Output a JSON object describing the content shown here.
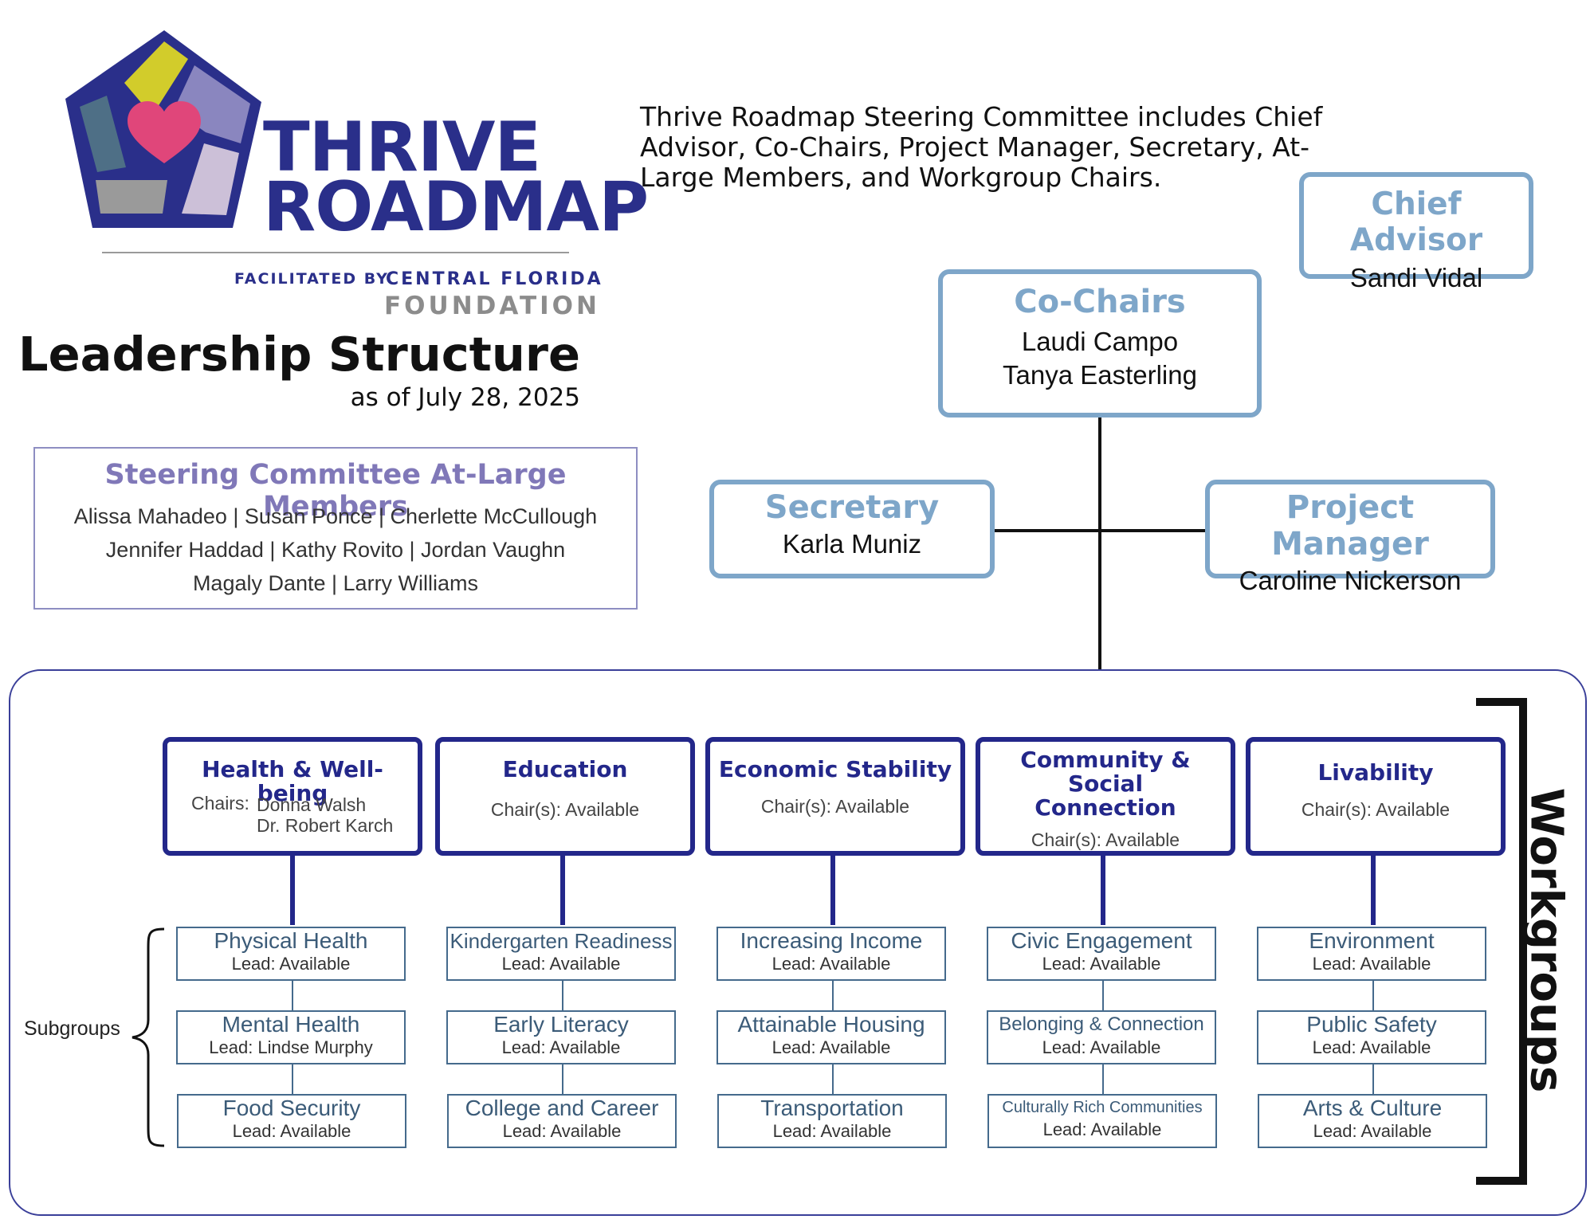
{
  "logo": {
    "name_line1": "THRIVE",
    "name_line2": "ROADMAP",
    "facilitated_by": "FACILITATED BY",
    "org_line1": "CENTRAL FLORIDA",
    "org_line2": "FOUNDATION",
    "colors": {
      "navy": "#2a2f8a",
      "yellow": "#d2cc2b",
      "periwinkle": "#8a86bf",
      "teal": "#4e6f86",
      "heart": "#e0467a",
      "gray": "#9a9a9a",
      "lilac": "#ccc0d8"
    }
  },
  "header": {
    "title": "Leadership Structure",
    "date": "as of July 28, 2025"
  },
  "intro_text": "Thrive Roadmap Steering Committee includes Chief Advisor, Co-Chairs, Project Manager, Secretary, At-Large Members, and Workgroup Chairs.",
  "at_large": {
    "title": "Steering Committee At-Large Members",
    "lines": [
      "Alissa Mahadeo | Susan Ponce | Cherlette McCullough",
      "Jennifer Haddad | Kathy Rovito | Jordan Vaughn",
      "Magaly Dante | Larry Williams"
    ]
  },
  "leadership": {
    "chief_advisor": {
      "title": "Chief Advisor",
      "name": "Sandi Vidal"
    },
    "co_chairs": {
      "title": "Co-Chairs",
      "names": [
        "Laudi Campo",
        "Tanya Easterling"
      ]
    },
    "secretary": {
      "title": "Secretary",
      "name": "Karla Muniz"
    },
    "project_manager": {
      "title": "Project Manager",
      "name": "Caroline Nickerson"
    }
  },
  "workgroups_label": "Workgroups",
  "subgroups_label": "Subgroups",
  "workgroups": [
    {
      "title": "Health & Well-being",
      "chairs_label": "Chairs:",
      "chair_names": [
        "Donna Walsh",
        "Dr. Robert Karch"
      ],
      "subgroups": [
        {
          "name": "Physical Health",
          "lead": "Lead: Available"
        },
        {
          "name": "Mental Health",
          "lead": "Lead: Lindse Murphy"
        },
        {
          "name": "Food Security",
          "lead": "Lead: Available"
        }
      ]
    },
    {
      "title": "Education",
      "chairs": "Chair(s): Available",
      "subgroups": [
        {
          "name": "Kindergarten Readiness",
          "lead": "Lead: Available"
        },
        {
          "name": "Early Literacy",
          "lead": "Lead: Available"
        },
        {
          "name": "College and Career",
          "lead": "Lead: Available"
        }
      ]
    },
    {
      "title": "Economic Stability",
      "chairs": "Chair(s): Available",
      "subgroups": [
        {
          "name": "Increasing Income",
          "lead": "Lead: Available"
        },
        {
          "name": "Attainable Housing",
          "lead": "Lead: Available"
        },
        {
          "name": "Transportation",
          "lead": "Lead: Available"
        }
      ]
    },
    {
      "title_line1": "Community & Social",
      "title_line2": "Connection",
      "chairs": "Chair(s): Available",
      "subgroups": [
        {
          "name": "Civic Engagement",
          "lead": "Lead: Available"
        },
        {
          "name": "Belonging & Connection",
          "lead": "Lead: Available"
        },
        {
          "name": "Culturally Rich Communities",
          "lead": "Lead: Available"
        }
      ]
    },
    {
      "title": "Livability",
      "chairs": "Chair(s): Available",
      "subgroups": [
        {
          "name": "Environment",
          "lead": "Lead: Available"
        },
        {
          "name": "Public Safety",
          "lead": "Lead: Available"
        },
        {
          "name": "Arts & Culture",
          "lead": "Lead: Available"
        }
      ]
    }
  ]
}
